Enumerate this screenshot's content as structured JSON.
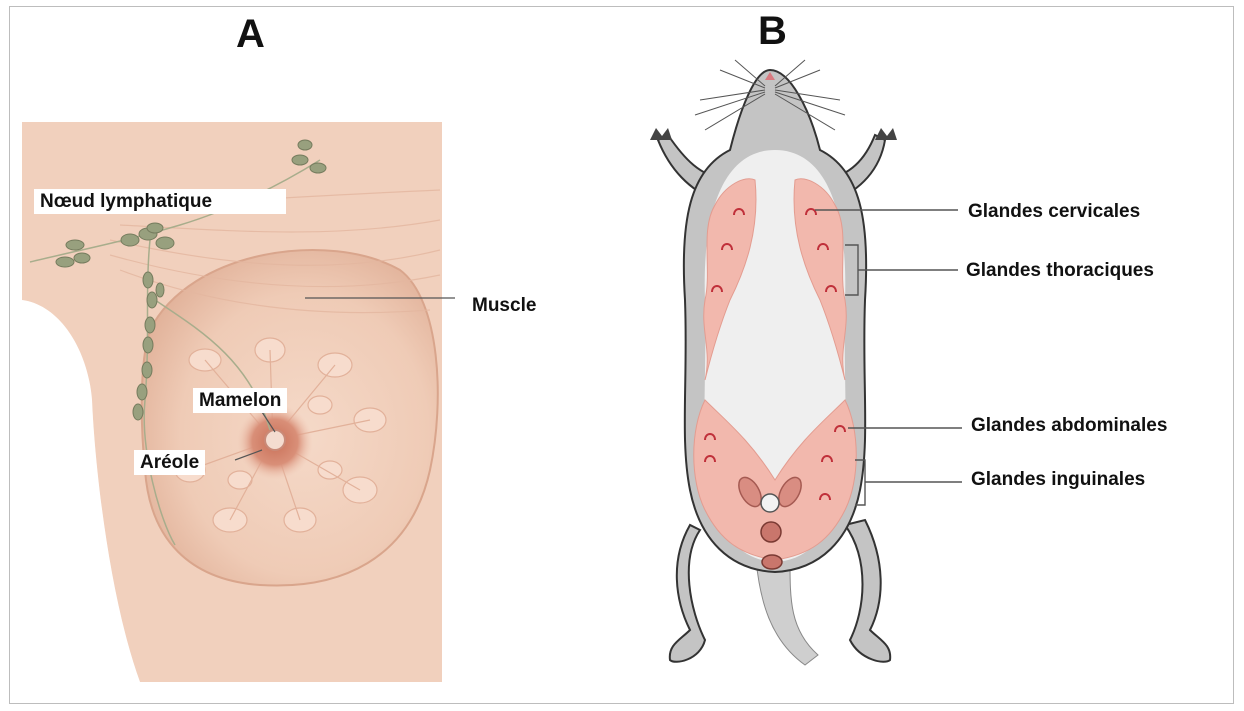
{
  "panels": {
    "a": {
      "letter": "A",
      "labels": {
        "lymph_node": "Nœud lymphatique",
        "muscle": "Muscle",
        "nipple": "Mamelon",
        "areola": "Aréole"
      }
    },
    "b": {
      "letter": "B",
      "labels": {
        "cervical": "Glandes cervicales",
        "thoracic": "Glandes thoraciques",
        "abdominal": "Glandes abdominales",
        "inguinal": "Glandes inguinales"
      }
    }
  },
  "colors": {
    "skin": "#f3d5c3",
    "gland": "#f2b8ad",
    "lymph": "#9aa383",
    "fur": "#bdbdbd",
    "belly": "#ececec",
    "gland_mark": "#c0303a"
  }
}
